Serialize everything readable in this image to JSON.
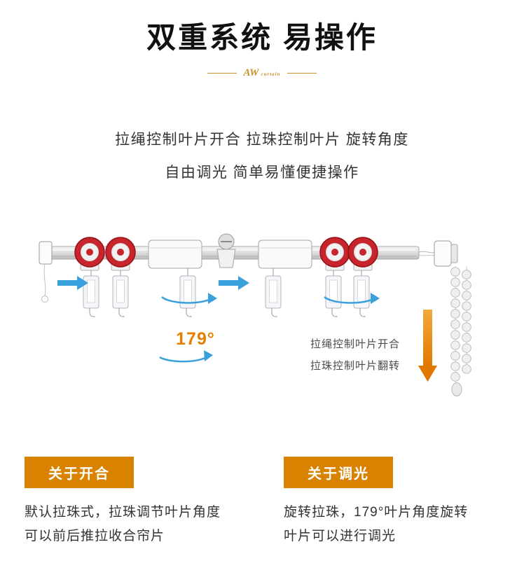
{
  "page": {
    "title": "双重系统 易操作",
    "brand": "AW",
    "brand_sub": "curtain",
    "intro_line1": "拉绳控制叶片开合 拉珠控制叶片 旋转角度",
    "intro_line2": "自由调光 简单易懂便捷操作"
  },
  "figure": {
    "angle_label": "179°",
    "note_line1": "拉绳控制叶片开合",
    "note_line2": "拉珠控制叶片翻转",
    "icons": {
      "direction_arrow": "blue-right-arrow",
      "rotation_arrow": "blue-ellipse-rotation-arrow",
      "pull_arrow": "orange-down-arrow",
      "bead_chain": "bead-chain",
      "roller": "red-roller-wheel"
    }
  },
  "sections": [
    {
      "heading": "关于开合",
      "line1": "默认拉珠式，拉珠调节叶片角度",
      "line2": "可以前后推拉收合帘片"
    },
    {
      "heading": "关于调光",
      "line1": "旋转拉珠，179°叶片角度旋转",
      "line2": "叶片可以进行调光"
    }
  ],
  "colors": {
    "accent_orange": "#d98200",
    "arrow_orange": "#e07800",
    "arrow_blue": "#3aa0dc",
    "wheel_red": "#c8242b",
    "text": "#333333"
  }
}
